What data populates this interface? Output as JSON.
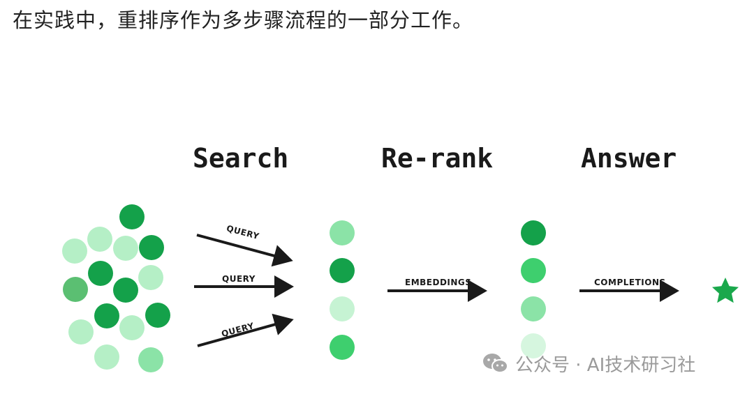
{
  "caption": "在实践中，重排序作为多步骤流程的一部分工作。",
  "stages": {
    "search": "Search",
    "rerank": "Re-rank",
    "answer": "Answer"
  },
  "arrows": {
    "query_1": "QUERY",
    "query_2": "QUERY",
    "query_3": "QUERY",
    "embeddings": "EMBEDDINGS",
    "completions": "COMPLETIONS"
  },
  "colors": {
    "dark_green": "#14a14a",
    "mid_green": "#3ecf6e",
    "light_green": "#8be3a7",
    "pale_green": "#c6f3d3",
    "muted_green": "#5bbf72",
    "star_green": "#1aa84c",
    "arrow": "#1a1a1a"
  },
  "watermark": {
    "icon": "wechat-icon",
    "text": "公众号 · AI技术研习社"
  }
}
